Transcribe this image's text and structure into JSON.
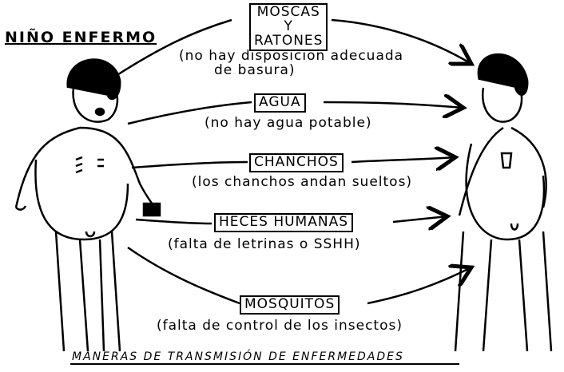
{
  "title": "NIÑO ENFERMO",
  "caption": "MANERAS DE TRANSMISIÓN DE ENFERMEDADES",
  "routes": [
    {
      "label_line1": "MOSCAS",
      "label_line2": "Y",
      "label_line3": "RATONES",
      "note_line1": "(no hay disposicion adecuada",
      "note_line2": "de basura)"
    },
    {
      "label": "AGUA",
      "note": "(no hay agua potable)"
    },
    {
      "label": "CHANCHOS",
      "note": "(los chanchos andan sueltos)"
    },
    {
      "label": "HECES HUMANAS",
      "note": "(falta de letrinas o SSHH)"
    },
    {
      "label": "MOSQUITOS",
      "note": "(falta de control de los insectos)"
    }
  ]
}
